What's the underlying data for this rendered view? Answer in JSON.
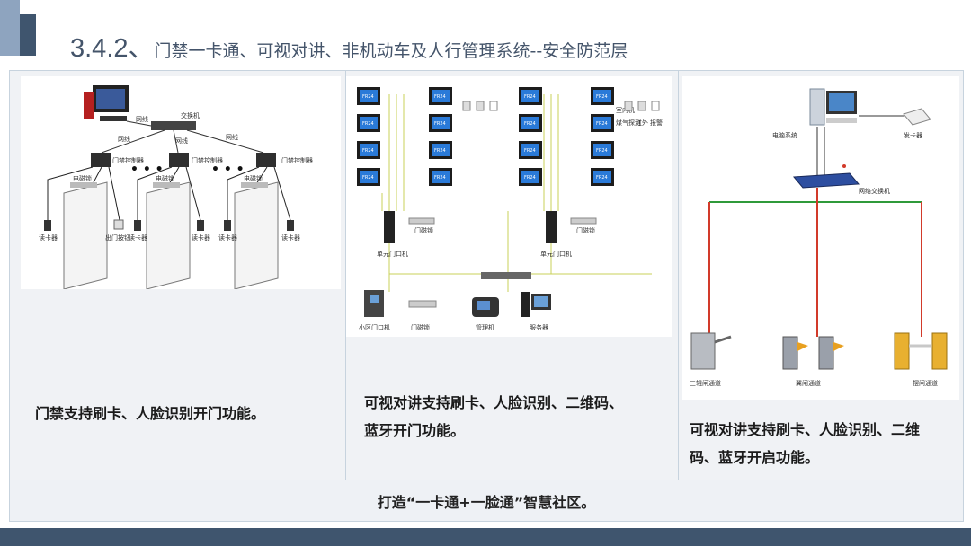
{
  "header": {
    "title_number": "3.4.2、",
    "title_text": "门禁一卡通、可视对讲、非机动车及人行管理系统--安全防范层"
  },
  "panels": {
    "access_control": {
      "description": "门禁支持刷卡、人脸识别开门功能。",
      "diagram_labels": {
        "switch": "交换机",
        "network_cable": "网线",
        "controller": "门禁控制器",
        "magnetic_lock": "电磁锁",
        "card_reader": "读卡器",
        "exit_button": "出门按钮"
      }
    },
    "video_intercom": {
      "description_line1": "可视对讲支持刷卡、人脸识别、二维码、",
      "description_line2": "蓝牙开门功能。",
      "diagram_labels": {
        "indoor_unit": "室内机",
        "gas_detect": "煤气探测",
        "infrared": "红外",
        "alarm": "报警",
        "unit_door_station": "单元门口机",
        "door_lock": "门磁锁",
        "community_door_station": "小区门口机",
        "management_unit": "管理机",
        "server": "服务器",
        "screen_text": "FR24"
      }
    },
    "pedestrian_gate": {
      "description_line1": "可视对讲支持刷卡、人脸识别、二维",
      "description_line2": "码、蓝牙开启功能。",
      "diagram_labels": {
        "computer_system": "电脑系统",
        "card_issuer": "发卡器",
        "network_switch": "网络交换机",
        "tripod_gate": "三辊闸通道",
        "wing_gate": "翼闸通道",
        "swing_gate": "摆闸通道"
      }
    }
  },
  "footer": {
    "slogan": "打造“一卡通+一脸通”智慧社区。"
  },
  "colors": {
    "title": "#44546a",
    "dark_blue": "#3f556e",
    "light_blue": "#8ea4bf",
    "cable_red": "#d23a2a",
    "cable_green": "#2f9a3a"
  }
}
